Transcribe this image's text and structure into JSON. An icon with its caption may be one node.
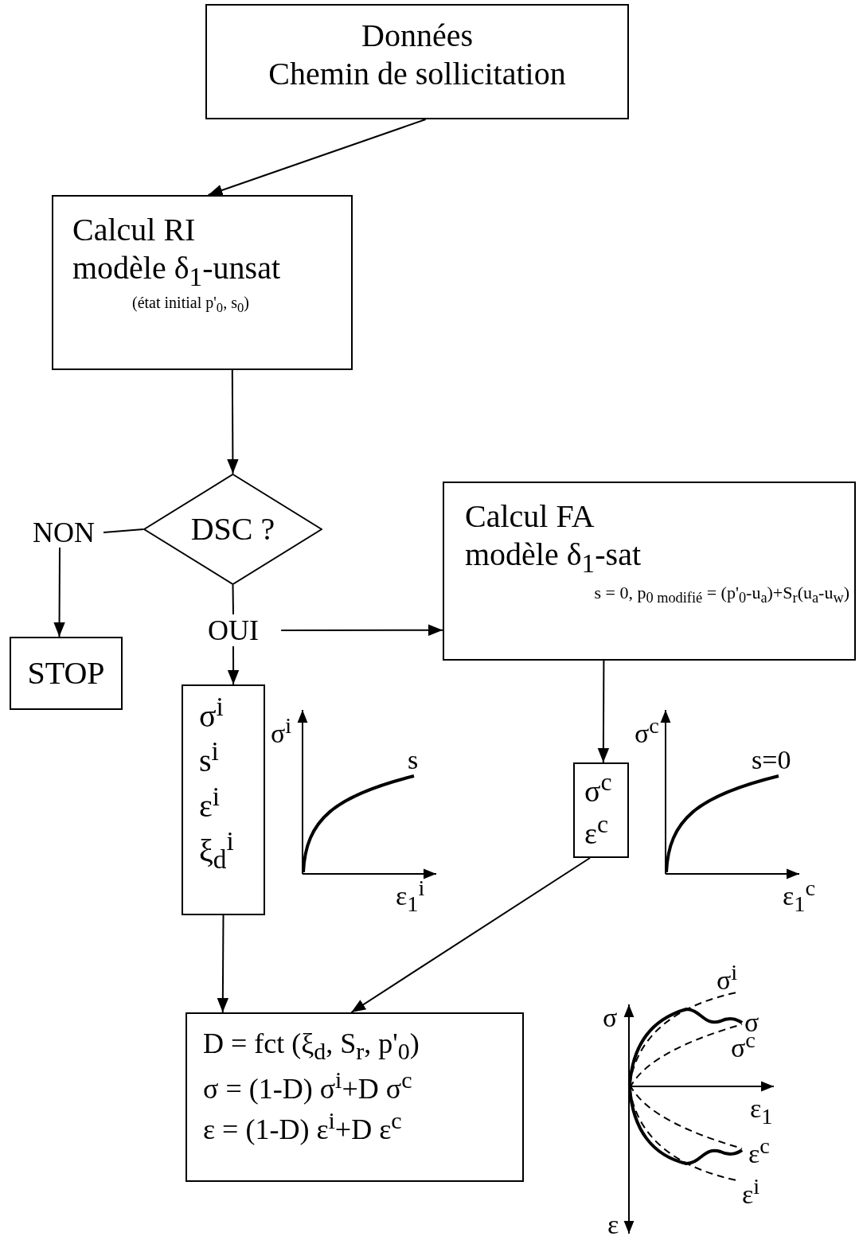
{
  "diagram": {
    "nodes": [
      {
        "text": [
          "Données",
          "Chemin de sollicitation"
        ]
      },
      {
        "text": [
          "Calcul RI",
          "modèle δ$_{1}$-unsat",
          "(état initial p'$_{0}$, s$_{0}$)"
        ]
      },
      {
        "text": [
          "DSC ?"
        ]
      },
      {
        "text": [
          "NON"
        ]
      },
      {
        "text": [
          "STOP"
        ]
      },
      {
        "text": [
          "OUI"
        ]
      },
      {
        "text": [
          "Calcul FA",
          "modèle δ$_{1}$-sat",
          "s = 0, p$_{0 modifié}$ = (p'$_{0}$-u$_{a}$)+S$_{r}$(u$_{a}$-u$_{w}$)"
        ]
      },
      {
        "text": [
          "σ$^{i}$",
          "s$^{i}$",
          "ε$^{i}$",
          "ξ$_{d}$$^{i}$"
        ]
      },
      {
        "text": [
          "σ$^{c}$",
          "ε$^{c}$"
        ]
      },
      {
        "text": [
          "D = fct (ξ$_{d}$, S$_{r}$, p'$_{0}$)",
          "σ = (1-D) σ$^{i}$+D σ$^{c}$",
          "ε = (1-D) ε$^{i}$+D ε$^{c}$"
        ]
      }
    ],
    "edges": [
      {
        "from": 0,
        "to": 1,
        "arrow": "to"
      },
      {
        "from": 1,
        "to": 2,
        "arrow": "to"
      },
      {
        "from": 2,
        "to": 3,
        "arrow": "none"
      },
      {
        "from": 3,
        "to": 4,
        "arrow": "to"
      },
      {
        "from": 2,
        "to": 5,
        "arrow": "none"
      },
      {
        "from": 5,
        "to": 6,
        "arrow": "to"
      },
      {
        "from": 5,
        "to": 7,
        "arrow": "to"
      },
      {
        "from": 6,
        "to": 8,
        "arrow": "to"
      },
      {
        "from": 7,
        "to": 9,
        "arrow": "to"
      },
      {
        "from": 8,
        "to": 9,
        "arrow": "to"
      }
    ],
    "labels": [
      "σ$^{i}$",
      "s",
      "ε$_{1}$$^{i}$",
      "σ$^{c}$",
      "s=0",
      "ε$_{1}$$^{c}$",
      "σ",
      "σ$^{i}$",
      "σ",
      "σ$^{c}$",
      "ε$_{1}$",
      "ε$^{c}$",
      "ε$^{i}$",
      "ε"
    ]
  }
}
